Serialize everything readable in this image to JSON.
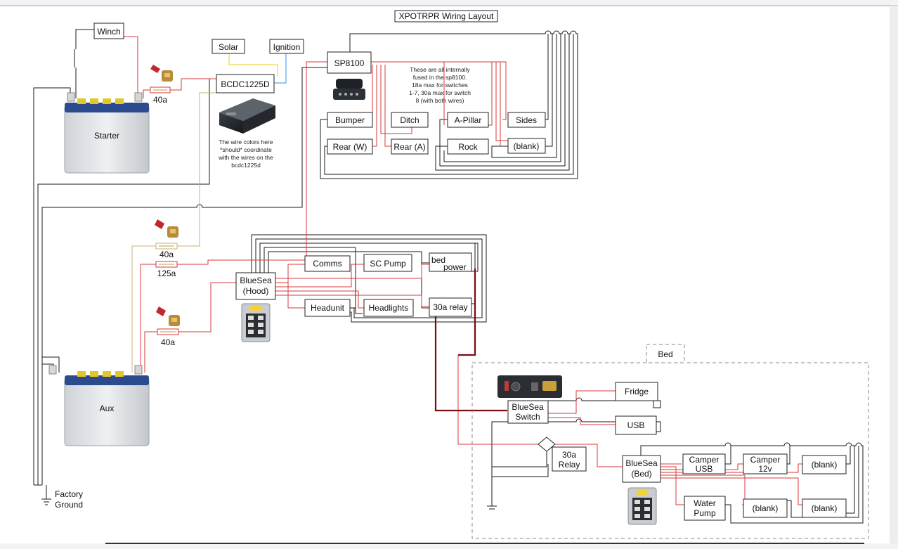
{
  "diagram": {
    "title": "XPOTRPR Wiring Layout",
    "batteries": {
      "starter": "Starter",
      "aux": "Aux"
    },
    "fuses": {
      "starter_40a": "40a",
      "aux_40a_top": "40a",
      "aux_125a": "125a",
      "aux_40a_bottom": "40a"
    },
    "ground_label_line1": "Factory",
    "ground_label_line2": "Ground",
    "boxes": {
      "winch": "Winch",
      "solar": "Solar",
      "ignition": "Ignition",
      "bcdc": "BCDC1225D",
      "sp8100": "SP8100",
      "bumper": "Bumper",
      "ditch": "Ditch",
      "a_pillar": "A-Pillar",
      "sides": "Sides",
      "rear_w": "Rear (W)",
      "rear_a": "Rear (A)",
      "rock": "Rock",
      "blank_sp": "(blank)",
      "bluesea_hood_1": "BlueSea",
      "bluesea_hood_2": "(Hood)",
      "comms": "Comms",
      "sc_pump": "SC Pump",
      "bed_power_1": "bed",
      "bed_power_2": "power",
      "headunit": "Headunit",
      "headlights": "Headlights",
      "relay_30a_hood": "30a relay",
      "bed_section": "Bed",
      "fridge": "Fridge",
      "bluesea_switch_1": "BlueSea",
      "bluesea_switch_2": "Switch",
      "usb": "USB",
      "relay_bed_1": "30a",
      "relay_bed_2": "Relay",
      "bluesea_bed_1": "BlueSea",
      "bluesea_bed_2": "(Bed)",
      "camper_usb_1": "Camper",
      "camper_usb_2": "USB",
      "camper_12v_1": "Camper",
      "camper_12v_2": "12v",
      "blank_bed_1": "(blank)",
      "water_pump_1": "Water",
      "water_pump_2": "Pump",
      "blank_bed_2": "(blank)",
      "blank_bed_3": "(blank)"
    },
    "notes": {
      "bcdc_note": [
        "The wire colors here",
        "*should* coordinate",
        "with the wires on the",
        "bcdc1225d"
      ],
      "sp_note": [
        "These are all internally",
        "fused in the sp8100.",
        "18a max for switches",
        "1-7, 30a max for switch",
        "8 (with both wires)"
      ]
    },
    "colors": {
      "wire_black": "#1a1a1a",
      "wire_red": "#d83a3a",
      "wire_dark_red": "#7a0c12",
      "wire_tan": "#c9b27a",
      "wire_yellow": "#f0d64a",
      "wire_blue": "#5aa7e6",
      "battery_cap": "#2c4a8e",
      "battery_terminal": "#e3c629"
    },
    "icons": [
      "battery-icon",
      "circuit-breaker-icon",
      "dc-charger-image",
      "sp8100-controller-image",
      "bluesea-fuse-block-image",
      "switch-panel-image",
      "ground-symbol-icon"
    ]
  }
}
